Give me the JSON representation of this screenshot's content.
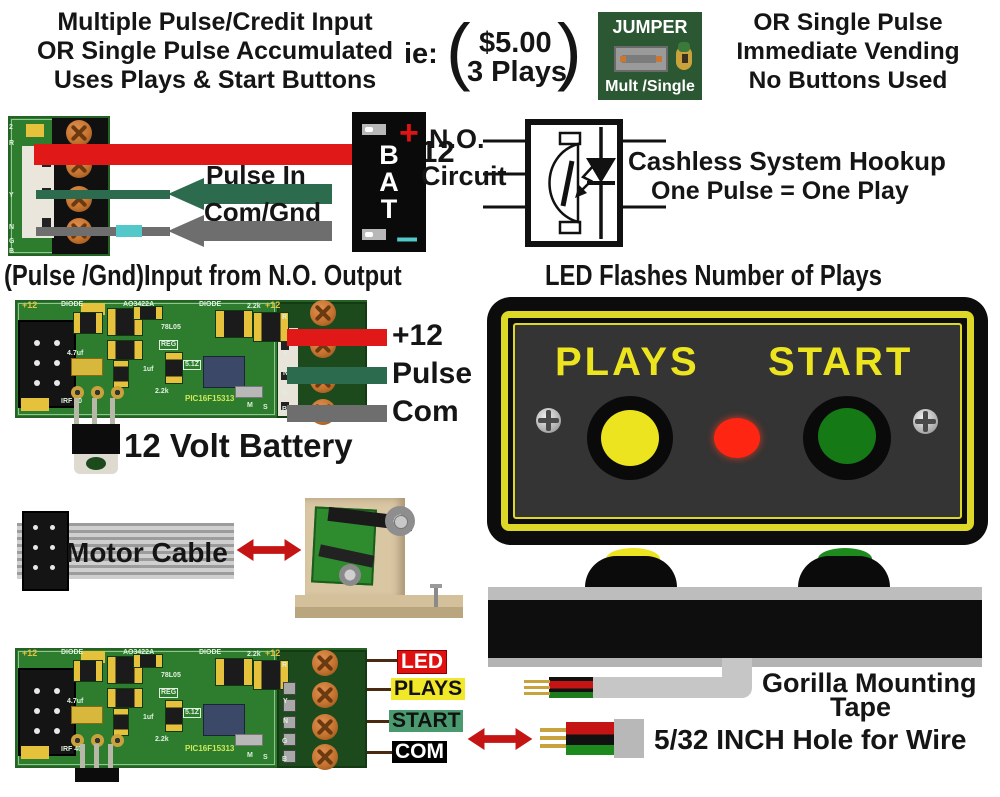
{
  "top": {
    "left_lines": [
      "Multiple Pulse/Credit Input",
      "OR Single Pulse Accumulated",
      "Uses Plays & Start Buttons"
    ],
    "ie": "ie:",
    "price": "$5.00",
    "plays_count": "3 Plays",
    "jumper": {
      "title": "JUMPER",
      "caption": "Mult /Single"
    },
    "right_lines": [
      "OR Single Pulse",
      "Immediate Vending",
      "No Buttons Used"
    ]
  },
  "row2": {
    "plus12": "+12",
    "pulse_in": "Pulse In",
    "com_gnd": "Com/Gnd",
    "battery": {
      "letters": [
        "B",
        "A",
        "T"
      ],
      "plus": "+",
      "minus": "–"
    },
    "no": "N.O.",
    "circuit": "Circuit",
    "cashless1": "Cashless System Hookup",
    "cashless2": "One Pulse = One Play"
  },
  "sections": {
    "left_header": "(Pulse /Gnd)Input from  N.O. Output",
    "right_header": "LED Flashes Number of Plays"
  },
  "fragment": {
    "pins": [
      "2",
      "R",
      "Y",
      "N",
      "G",
      "B"
    ]
  },
  "boards": {
    "silk": {
      "p12": "+12",
      "diode": "DIODE",
      "part1": "AO3422A",
      "part2": "78L05",
      "reg": "REG",
      "r1": "2.2k",
      "c1": "4.7uf",
      "c2": "1uf",
      "z1": "5.1Z",
      "r2": "2.2k",
      "mcu": "PIC16F15313",
      "m": "M",
      "s": "S",
      "irf": "IRF 40",
      "pins": [
        "R",
        "Y",
        "N",
        "G",
        "B"
      ]
    }
  },
  "mid": {
    "w_plus12": "+12",
    "w_pulse": "Pulse",
    "w_com": "Com",
    "caption": "12 Volt Battery"
  },
  "motor": {
    "label": "Motor Cable"
  },
  "bottom": {
    "labels": [
      {
        "text": "LED",
        "bg": "#e01010",
        "fg": "#ffffff"
      },
      {
        "text": "PLAYS",
        "bg": "#f2e82a",
        "fg": "#111111"
      },
      {
        "text": "START",
        "bg": "#4a9a70",
        "fg": "#111111"
      },
      {
        "text": "COM",
        "bg": "#000000",
        "fg": "#ffffff"
      }
    ]
  },
  "panel": {
    "plays": "PLAYS",
    "start": "START"
  },
  "side": {
    "gorilla1": "Gorilla Mounting",
    "gorilla2": "Tape",
    "hole": "5/32 INCH Hole for Wire"
  },
  "colors": {
    "pcb_green": "#2e7d2e",
    "terminal_green": "#1c4a1c",
    "screw_copper": "#c4732f",
    "wire_red": "#e11818",
    "wire_green": "#2d6b4f",
    "wire_gray": "#6e6e6e",
    "wire_cyan": "#53c8c8",
    "panel_yellow": "#ddd728",
    "button_yellow": "#ece41f",
    "button_green": "#157a15",
    "led_red": "#fe2512",
    "arrow_red": "#c41414",
    "jumper_green": "#2c5733",
    "tape_gray": "#bdbdbd",
    "battery_black": "#0a0a0a"
  }
}
